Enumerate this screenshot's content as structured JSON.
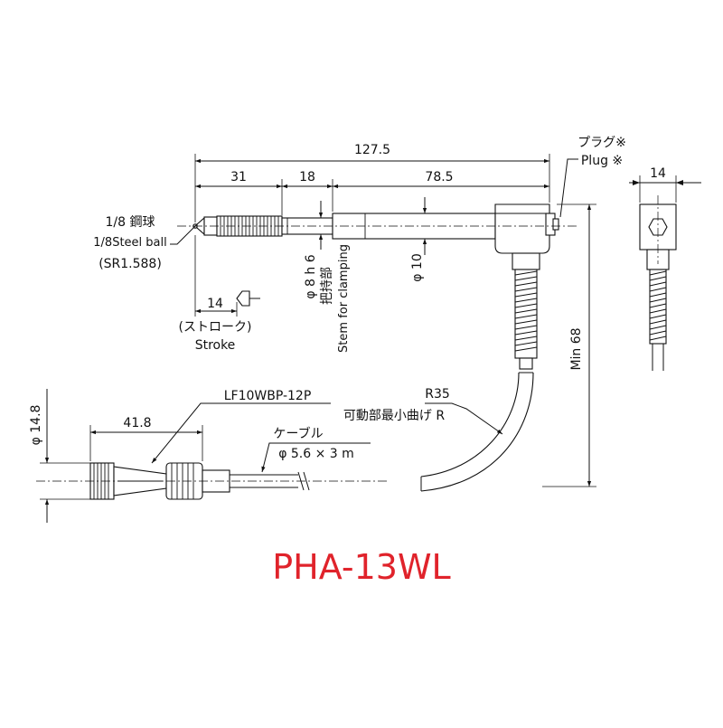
{
  "title": "PHA-13WL",
  "dimensions": {
    "overall_length": "127.5",
    "tip_length": "31",
    "stem_length": "18",
    "body_length": "78.5",
    "plug_width": "14",
    "stroke": "14",
    "stem_dia": "φ 8 h 6",
    "body_dia": "φ 10",
    "connector_dia": "φ 14.8",
    "connector_length": "41.8",
    "min_length": "Min 68",
    "bend_radius": "R35"
  },
  "labels": {
    "ball_jp": "1/8 鋼球",
    "ball_en": "1/8Steel ball",
    "ball_sr": "(SR1.588)",
    "stroke_jp": "(ストローク)",
    "stroke_en": "Stroke",
    "clamp_jp": "把持部",
    "clamp_en": "Stem for clamping",
    "plug_jp": "プラグ※",
    "plug_en": "Plug ※",
    "connector_model": "LF10WBP-12P",
    "bend_note": "可動部最小曲げ R",
    "cable_jp": "ケーブル",
    "cable_spec": "φ 5.6 × 3 m"
  }
}
